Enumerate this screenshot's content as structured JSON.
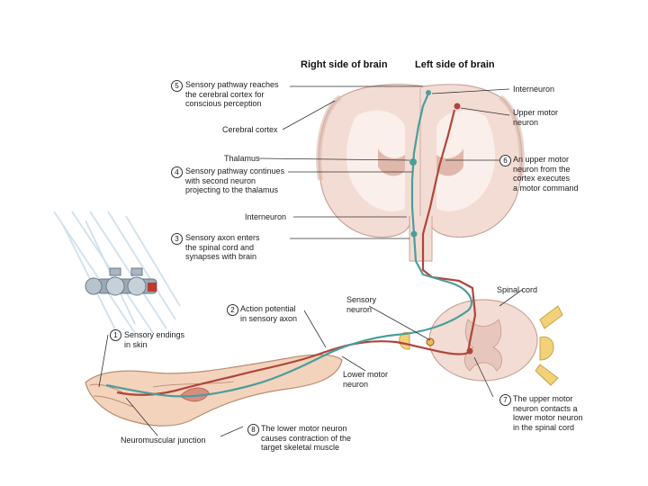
{
  "headers": {
    "right_brain": "Right side of brain",
    "left_brain": "Left side of brain"
  },
  "steps": [
    {
      "num": "1",
      "text": "Sensory endings\nin skin"
    },
    {
      "num": "2",
      "text": "Action potential\nin sensory axon"
    },
    {
      "num": "3",
      "text": "Sensory axon enters\nthe spinal cord and\nsynapses with brain"
    },
    {
      "num": "4",
      "text": "Sensory pathway continues\nwith second neuron\nprojecting to the thalamus"
    },
    {
      "num": "5",
      "text": "Sensory pathway reaches\nthe cerebral cortex for\nconscious perception"
    },
    {
      "num": "6",
      "text": "An upper motor\nneuron from the\ncortex executes\na motor command"
    },
    {
      "num": "7",
      "text": "The upper motor\nneuron contacts a\nlower motor neuron\nin the spinal cord"
    },
    {
      "num": "8",
      "text": "The  lower motor neuron\ncauses contraction of the\ntarget skeletal muscle"
    }
  ],
  "labels": {
    "cerebral_cortex": "Cerebral cortex",
    "thalamus": "Thalamus",
    "interneuron_left": "Interneuron",
    "interneuron_right": "Interneuron",
    "upper_motor_neuron": "Upper motor\nneuron",
    "spinal_cord": "Spinal cord",
    "sensory_neuron": "Sensory\nneuron",
    "lower_motor_neuron": "Lower motor\nneuron",
    "neuromuscular_junction": "Neuromuscular junction"
  },
  "colors": {
    "sensory_pathway": "#4a9e9c",
    "motor_pathway": "#b0453a",
    "brain_tissue": "#f3dcd4",
    "white_matter": "#fbf1ec",
    "gray_matter": "#e7c7bd",
    "nerve_sheath": "#f1d27a",
    "skin": "#f4d3bc",
    "water": "#bcd3e2"
  }
}
